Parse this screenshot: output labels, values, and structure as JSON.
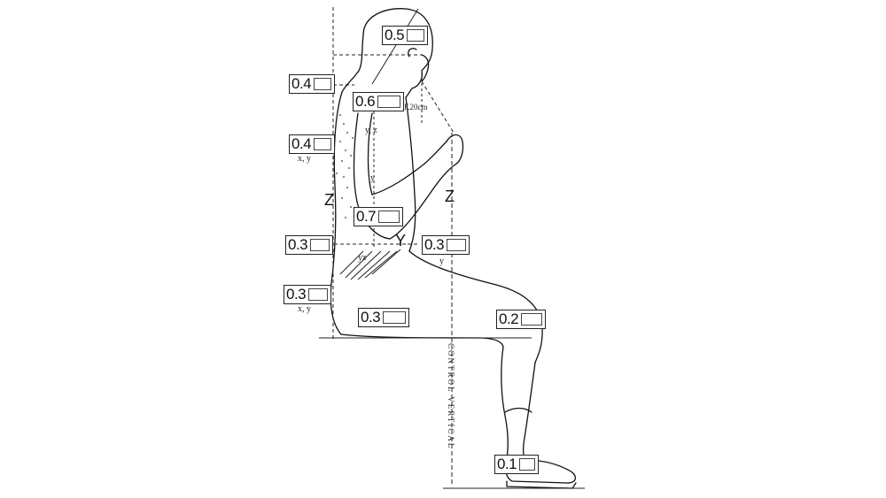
{
  "labels": {
    "l05": "0.5",
    "l04_top": "0.4",
    "l06": "0.6",
    "l04_mid": "0.4",
    "l07": "0.7",
    "l03_left": "0.3",
    "l03_right": "0.3",
    "l03_lower": "0.3",
    "l03_seat": "0.3",
    "l02": "0.2",
    "l01": "0.1"
  },
  "sub_labels": {
    "xy_upper": "x, y",
    "xy_lower": "x, y",
    "y_right": "y",
    "yz_chest": "y, z",
    "y_chest": "y",
    "yz_pelvis": "yz"
  },
  "axes": {
    "z_left": "Z",
    "z_right": "Z",
    "y_center": "Y"
  },
  "annotations": {
    "reach": "F.20cm",
    "control_vertical": "CONTROL VERTICAL"
  }
}
